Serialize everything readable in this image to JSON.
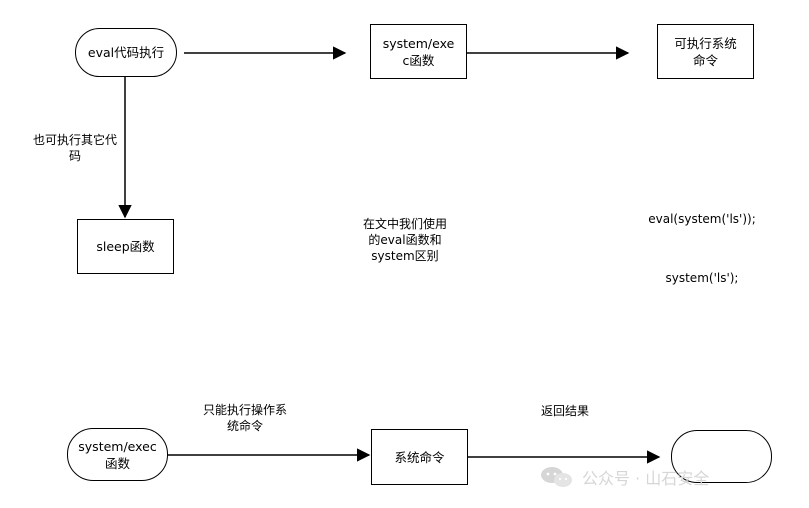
{
  "nodes": {
    "eval_exec": "eval代码执行",
    "system_exec_top": "system/exec函数",
    "system_exec_top_lines": [
      "system/exe",
      "c函数"
    ],
    "run_system_cmd": "可执行系统命令",
    "run_system_cmd_lines": [
      "可执行系统",
      "命令"
    ],
    "sleep_func": "sleep函数",
    "system_exec_bottom": "system/exec函数",
    "system_exec_bottom_lines": [
      "system/exec",
      "函数"
    ],
    "system_cmd": "系统命令",
    "result": ""
  },
  "edges": {
    "eval_to_sleep": "也可执行其它代码",
    "eval_to_sleep_lines": [
      "也可执行其它代",
      "码"
    ],
    "exec_to_cmd": "只能执行操作系统命令",
    "exec_to_cmd_lines": [
      "只能执行操作系",
      "统命令"
    ],
    "cmd_to_result": "返回结果"
  },
  "notes": {
    "comparison": "在文中我们使用的eval函数和system区别",
    "comparison_lines": [
      "在文中我们使用",
      "的eval函数和",
      "system区别"
    ],
    "code_eval": "eval(system('ls'));",
    "code_system": "system('ls');"
  },
  "watermark": {
    "text": "公众号 · 山石安全",
    "icon": "wechat-logo-icon"
  },
  "colors": {
    "line": "#000000",
    "watermark": "#d6d6d6"
  }
}
